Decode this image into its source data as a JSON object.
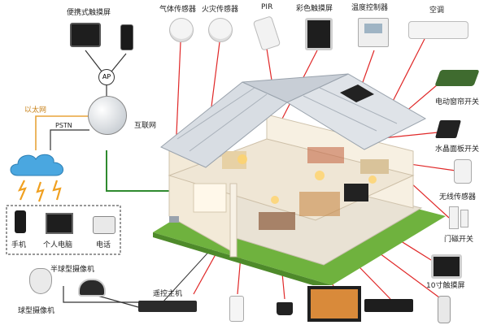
{
  "labels": {
    "portable_touchscreen": "便携式触摸屏",
    "gas_sensor": "气体传感器",
    "fire_sensor": "火灾传感器",
    "pir": "PIR",
    "color_touchscreen": "彩色触摸屏",
    "temp_control": "温度控制器",
    "air_conditioner": "空调",
    "ap": "AP",
    "ethernet": "以太网",
    "pstn": "PSTN",
    "internet": "互联网",
    "curtain_switch": "电动窗帘开关",
    "crystal_switch": "水晶面板开关",
    "wireless_sensor": "无线传感器",
    "door_switch": "门磁开关",
    "touch_10inch": "10寸触摸屏",
    "phone": "手机",
    "pc": "个人电脑",
    "telephone": "电话",
    "dome_camera": "半球型摄像机",
    "ptz_camera": "球型摄像机",
    "control_host": "遥控主机"
  },
  "colors": {
    "wire_red": "#e02828",
    "wire_green": "#2f8a2f",
    "wire_orange": "#e8a33a",
    "wire_black": "#333333",
    "cloud_blue": "#4aa7e0",
    "roof": "#d8dde3",
    "wall": "#f6efe2"
  }
}
